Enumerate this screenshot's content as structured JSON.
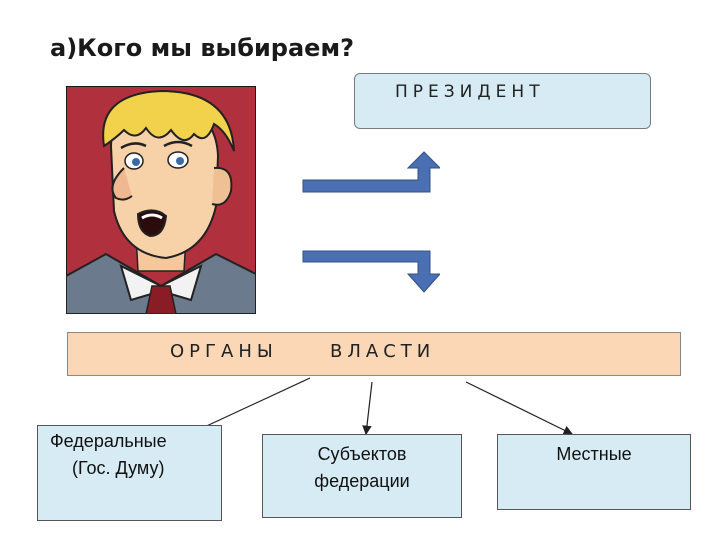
{
  "title": "а)Кого мы выбираем?",
  "president": {
    "label": "ПРЕЗИДЕНТ"
  },
  "organs": {
    "word1": "ОРГАНЫ",
    "word2": "ВЛАСТИ"
  },
  "levels": [
    {
      "line1": "Федеральные",
      "line2": "(Гос. Думу)"
    },
    {
      "line1": "Субъектов",
      "line2": "федерации"
    },
    {
      "line1": "Местные",
      "line2": ""
    }
  ],
  "colors": {
    "president_fill": "#d6ebf3",
    "organs_fill": "#fbd7b5",
    "arrow_fill": "#4a6fb3",
    "level_fill": "#d6ebf3"
  }
}
